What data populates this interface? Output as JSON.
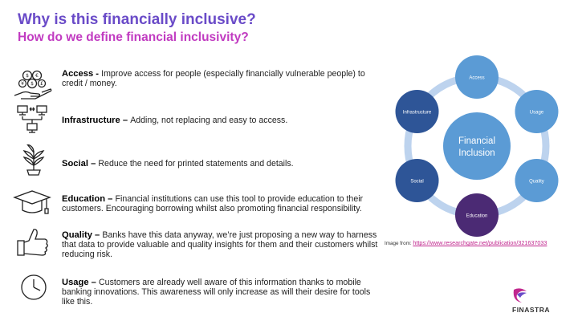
{
  "title": "Why is this financially inclusive?",
  "subtitle": "How do we define financial inclusivity?",
  "items": [
    {
      "label": "Access - ",
      "text": "Improve access for people (especially financially vulnerable people) to credit / money.",
      "icon": "money-hand-icon"
    },
    {
      "label": "Infrastructure – ",
      "text": "Adding, not replacing and easy to access.",
      "icon": "network-icon"
    },
    {
      "label": "Social – ",
      "text": "Reduce the need for printed statements and details.",
      "icon": "plant-icon"
    },
    {
      "label": "Education – ",
      "text": "Financial institutions can use this tool to provide education to their customers. Encouraging borrowing whilst also promoting financial responsibility.",
      "icon": "graduation-cap-icon"
    },
    {
      "label": "Quality – ",
      "text": "Banks have this data anyway, we’re just proposing a new way to harness that data to provide valuable and quality insights for them and their customers whilst reducing risk.",
      "icon": "thumbs-up-icon"
    },
    {
      "label": "Usage – ",
      "text": "Customers are already well aware of this information thanks to mobile banking innovations. This awareness will only increase as will their desire for tools like this.",
      "icon": "clock-icon"
    }
  ],
  "diagram": {
    "center": [
      "Financial",
      "Inclusion"
    ],
    "nodes": [
      {
        "label": "Access",
        "color": "#5b9bd5"
      },
      {
        "label": "Usage",
        "color": "#5b9bd5"
      },
      {
        "label": "Quality",
        "color": "#5b9bd5"
      },
      {
        "label": "Education",
        "color": "#4b2a74"
      },
      {
        "label": "Social",
        "color": "#2e5597"
      },
      {
        "label": "Infrastructure",
        "color": "#2e5597"
      }
    ],
    "center_color": "#5b9bd5",
    "ring_color": "#bdd3ee"
  },
  "source": {
    "prefix": "Image from: ",
    "link": "https://www.researchgate.net/publication/321637033"
  },
  "logo": {
    "text": "FINASTRA"
  },
  "colors": {
    "title": "#6a4bc8",
    "subtitle": "#c13bc1",
    "link": "#c1278e"
  }
}
